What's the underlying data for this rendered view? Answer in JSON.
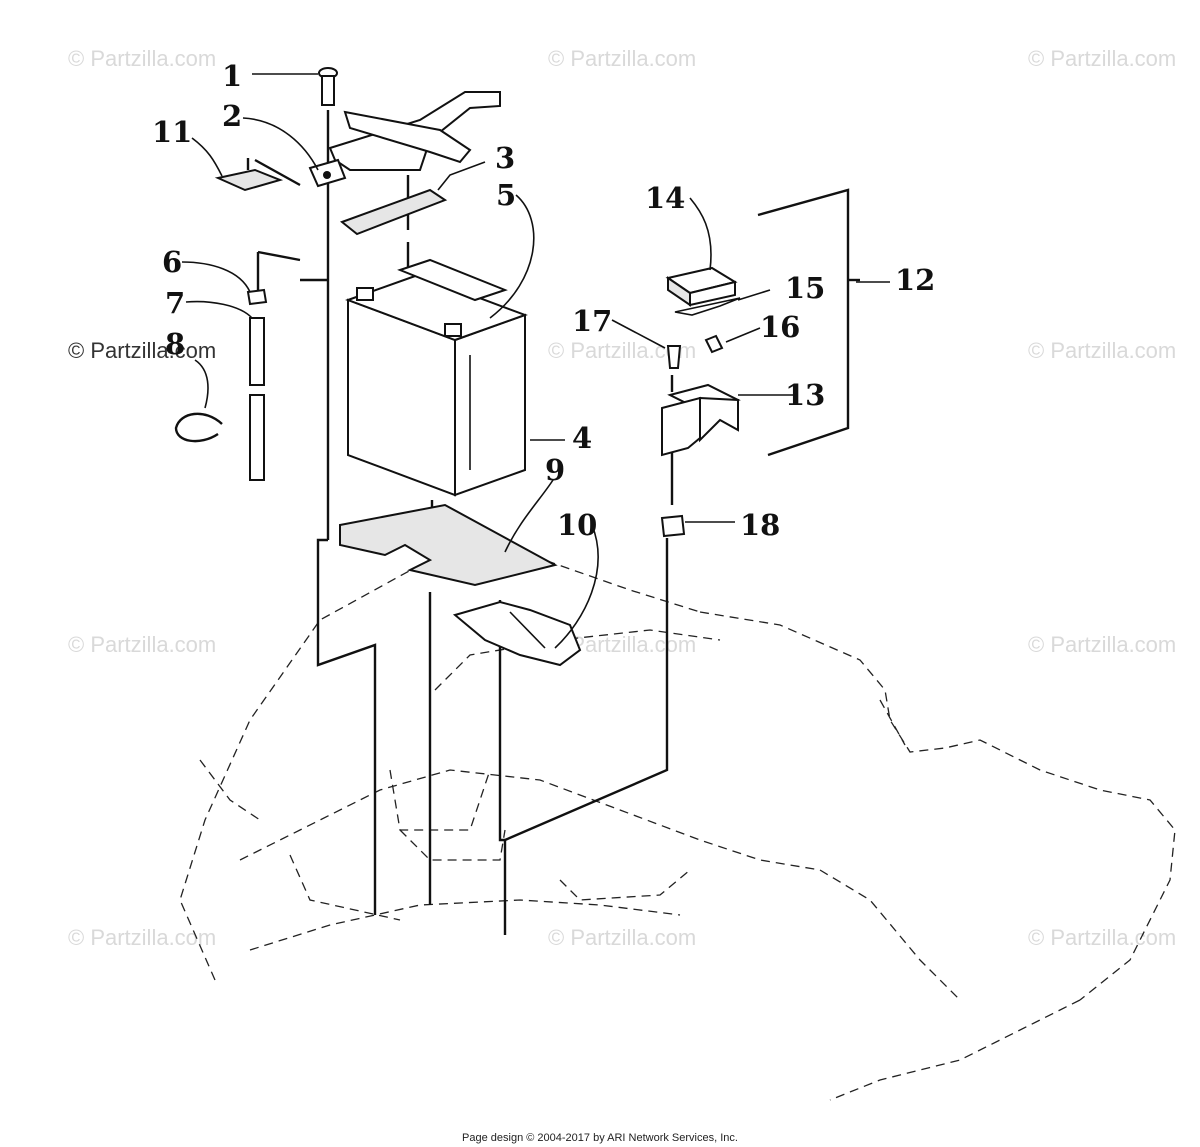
{
  "watermark": "© Partzilla.com",
  "footer": "Page design © 2004-2017 by ARI Network Services, Inc.",
  "callouts": [
    "1",
    "2",
    "3",
    "4",
    "5",
    "6",
    "7",
    "8",
    "9",
    "10",
    "11",
    "12",
    "13",
    "14",
    "15",
    "16",
    "17",
    "18"
  ]
}
